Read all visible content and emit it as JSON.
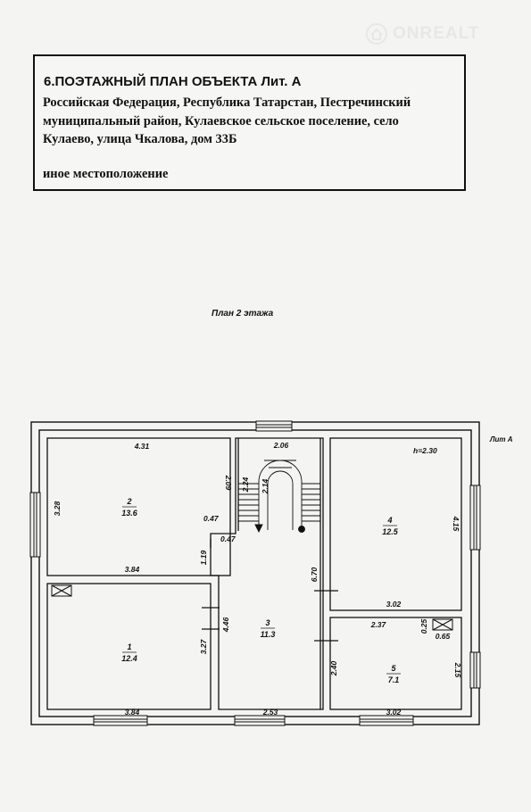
{
  "watermark": {
    "text": "ONREALT",
    "icon": "house-icon"
  },
  "header": {
    "title": "6.ПОЭТАЖНЫЙ ПЛАН ОБЪЕКТА Лит. А",
    "address_lines": [
      "Российская Федерация, Республика Татарстан, Пестречинский",
      "муниципальный район, Кулаевское сельское поселение, село",
      "Кулаево, улица Чкалова, дом 33Б"
    ],
    "location_note": "иное местоположение"
  },
  "plan": {
    "caption": "План 2 этажа",
    "lit_label": "Лит А",
    "height_label": "h=2.30",
    "rooms": [
      {
        "number": "1",
        "area": "12.4"
      },
      {
        "number": "2",
        "area": "13.6"
      },
      {
        "number": "3",
        "area": "11.3"
      },
      {
        "number": "4",
        "area": "12.5"
      },
      {
        "number": "5",
        "area": "7.1"
      }
    ],
    "dimensions": {
      "r2_top": "4.31",
      "r2_left": "3.28",
      "r2_right": "2.09",
      "r2_notch": "0.47",
      "r2_bottom": "3.84",
      "stair_top": "2.06",
      "stair_a": "2.24",
      "stair_b": "2.14",
      "corr_notch": "0.47",
      "corr_side": "1.19",
      "r1_bottom": "3.84",
      "r1_right": "3.27",
      "r3_left": "4.46",
      "r3_bottom": "2.53",
      "r3_right": "6.70",
      "r4_right": "4.15",
      "r4_bottom": "3.02",
      "r5_top": "2.37",
      "r5_vent_h": "0.25",
      "r5_vent_w": "0.65",
      "r5_left": "2.40",
      "r5_right": "2.15",
      "r5_bottom": "3.02"
    }
  }
}
